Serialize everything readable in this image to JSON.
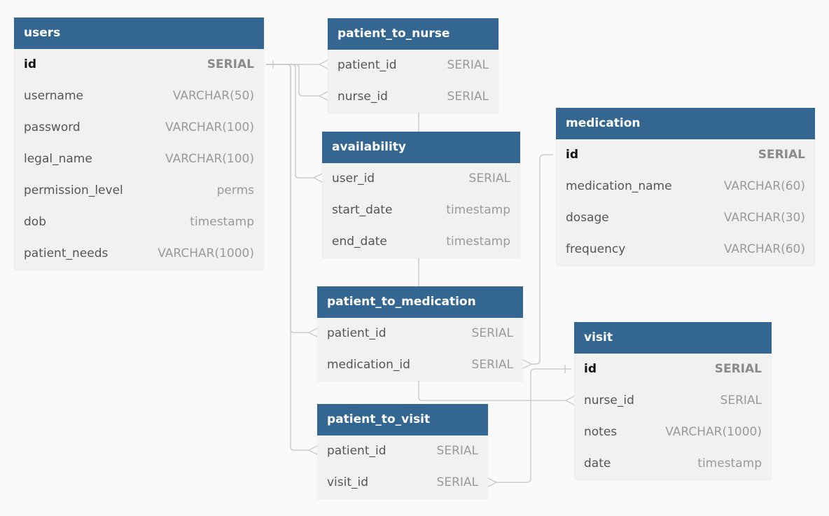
{
  "theme": {
    "header_color": "#336791",
    "body_color": "#f1f1f1",
    "line_color": "#cccccc"
  },
  "tables": [
    {
      "key": "users",
      "name": "users",
      "columns": [
        {
          "name": "id",
          "type": "SERIAL",
          "pk": true
        },
        {
          "name": "username",
          "type": "VARCHAR(50)"
        },
        {
          "name": "password",
          "type": "VARCHAR(100)"
        },
        {
          "name": "legal_name",
          "type": "VARCHAR(100)"
        },
        {
          "name": "permission_level",
          "type": "perms"
        },
        {
          "name": "dob",
          "type": "timestamp"
        },
        {
          "name": "patient_needs",
          "type": "VARCHAR(1000)"
        }
      ]
    },
    {
      "key": "patient_to_nurse",
      "name": "patient_to_nurse",
      "columns": [
        {
          "name": "patient_id",
          "type": "SERIAL"
        },
        {
          "name": "nurse_id",
          "type": "SERIAL"
        }
      ]
    },
    {
      "key": "availability",
      "name": "availability",
      "columns": [
        {
          "name": "user_id",
          "type": "SERIAL"
        },
        {
          "name": "start_date",
          "type": "timestamp"
        },
        {
          "name": "end_date",
          "type": "timestamp"
        }
      ]
    },
    {
      "key": "medication",
      "name": "medication",
      "columns": [
        {
          "name": "id",
          "type": "SERIAL",
          "pk": true
        },
        {
          "name": "medication_name",
          "type": "VARCHAR(60)"
        },
        {
          "name": "dosage",
          "type": "VARCHAR(30)"
        },
        {
          "name": "frequency",
          "type": "VARCHAR(60)"
        }
      ]
    },
    {
      "key": "patient_to_medication",
      "name": "patient_to_medication",
      "columns": [
        {
          "name": "patient_id",
          "type": "SERIAL"
        },
        {
          "name": "medication_id",
          "type": "SERIAL"
        }
      ]
    },
    {
      "key": "visit",
      "name": "visit",
      "columns": [
        {
          "name": "id",
          "type": "SERIAL",
          "pk": true
        },
        {
          "name": "nurse_id",
          "type": "SERIAL"
        },
        {
          "name": "notes",
          "type": "VARCHAR(1000)"
        },
        {
          "name": "date",
          "type": "timestamp"
        }
      ]
    },
    {
      "key": "patient_to_visit",
      "name": "patient_to_visit",
      "columns": [
        {
          "name": "patient_id",
          "type": "SERIAL"
        },
        {
          "name": "visit_id",
          "type": "SERIAL"
        }
      ]
    }
  ],
  "relationships": [
    {
      "key": "users-id-to-patient_to_nurse-patient_id",
      "from": "users.id",
      "to": "patient_to_nurse.patient_id",
      "cardinality": "one-to-many"
    },
    {
      "key": "users-id-to-patient_to_nurse-nurse_id",
      "from": "users.id",
      "to": "patient_to_nurse.nurse_id",
      "cardinality": "one-to-many"
    },
    {
      "key": "users-id-to-availability-user_id",
      "from": "users.id",
      "to": "availability.user_id",
      "cardinality": "one-to-many"
    },
    {
      "key": "users-id-to-patient_to_medication-patient_id",
      "from": "users.id",
      "to": "patient_to_medication.patient_id",
      "cardinality": "one-to-many"
    },
    {
      "key": "users-id-to-patient_to_visit-patient_id",
      "from": "users.id",
      "to": "patient_to_visit.patient_id",
      "cardinality": "one-to-many"
    },
    {
      "key": "medication-id-to-patient_to_medication-medication_id",
      "from": "medication.id",
      "to": "patient_to_medication.medication_id",
      "cardinality": "one-to-many"
    },
    {
      "key": "visit-id-to-patient_to_visit-visit_id",
      "from": "visit.id",
      "to": "patient_to_visit.visit_id",
      "cardinality": "one-to-many"
    },
    {
      "key": "patient_to_nurse-to-availability",
      "from": "patient_to_nurse",
      "to": "availability",
      "cardinality": "link"
    },
    {
      "key": "availability-to-patient_to_medication",
      "from": "availability",
      "to": "patient_to_medication",
      "cardinality": "link"
    },
    {
      "key": "patient_to_medication-to-visit-nurse_id",
      "from": "patient_to_medication",
      "to": "visit.nurse_id",
      "cardinality": "one-to-many"
    }
  ]
}
